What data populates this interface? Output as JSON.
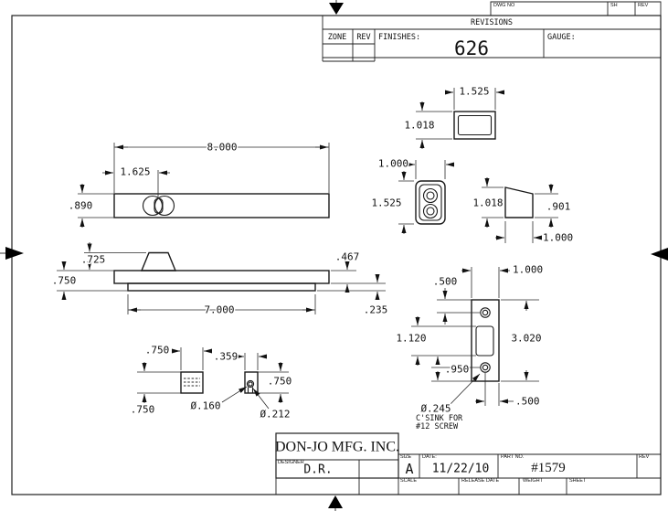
{
  "sheet": {
    "background": "#ffffff",
    "line_color": "#1a1a1a"
  },
  "header": {
    "dwg_no_label": "DWG NO",
    "sh_label": "SH",
    "rev_label": "REV"
  },
  "revisions": {
    "title": "REVISIONS",
    "zone_label": "ZONE",
    "rev_label": "REV",
    "finishes_label": "FINISHES:",
    "finishes_value": "626",
    "gauge_label": "GAUGE:"
  },
  "title_block": {
    "company": "DON-JO MFG. INC.",
    "designer_label": "DESIGNER",
    "designer": "D.R.",
    "size_label": "SIZE",
    "size": "A",
    "date_label": "DATE:",
    "date": "11/22/10",
    "part_label": "PART NO.",
    "part": "#1579",
    "rev_label": "REV",
    "scale_label": "SCALE",
    "release_label": "RELEASE DATE",
    "weight_label": "WEIGHT",
    "sheet_label": "SHEET"
  },
  "dims": {
    "plan_length": "8.000",
    "plan_slot_offset": "1.625",
    "plan_width": ".890",
    "side_flip": ".725",
    "side_height": ".750",
    "side_pad": "7.000",
    "side_bar": ".467",
    "side_pad_thk": ".235",
    "block_w": ".750",
    "block_h": ".750",
    "pin_w": ".359",
    "pin_h": ".750",
    "pin_hole": "Ø.160",
    "pin_dia": "Ø.212",
    "cap_w": "1.525",
    "cap_h": "1.018",
    "housing_w": "1.000",
    "housing_h": "1.525",
    "wedge_l": "1.018",
    "wedge_r": ".901",
    "wedge_w": "1.000",
    "strike_w": "1.000",
    "strike_top": ".500",
    "strike_cut": "1.120",
    "strike_bot": ".950",
    "strike_h": "3.020",
    "strike_off": ".500",
    "strike_dia": "Ø.245",
    "strike_note1": "C'SINK FOR",
    "strike_note2": "#12 SCREW"
  }
}
